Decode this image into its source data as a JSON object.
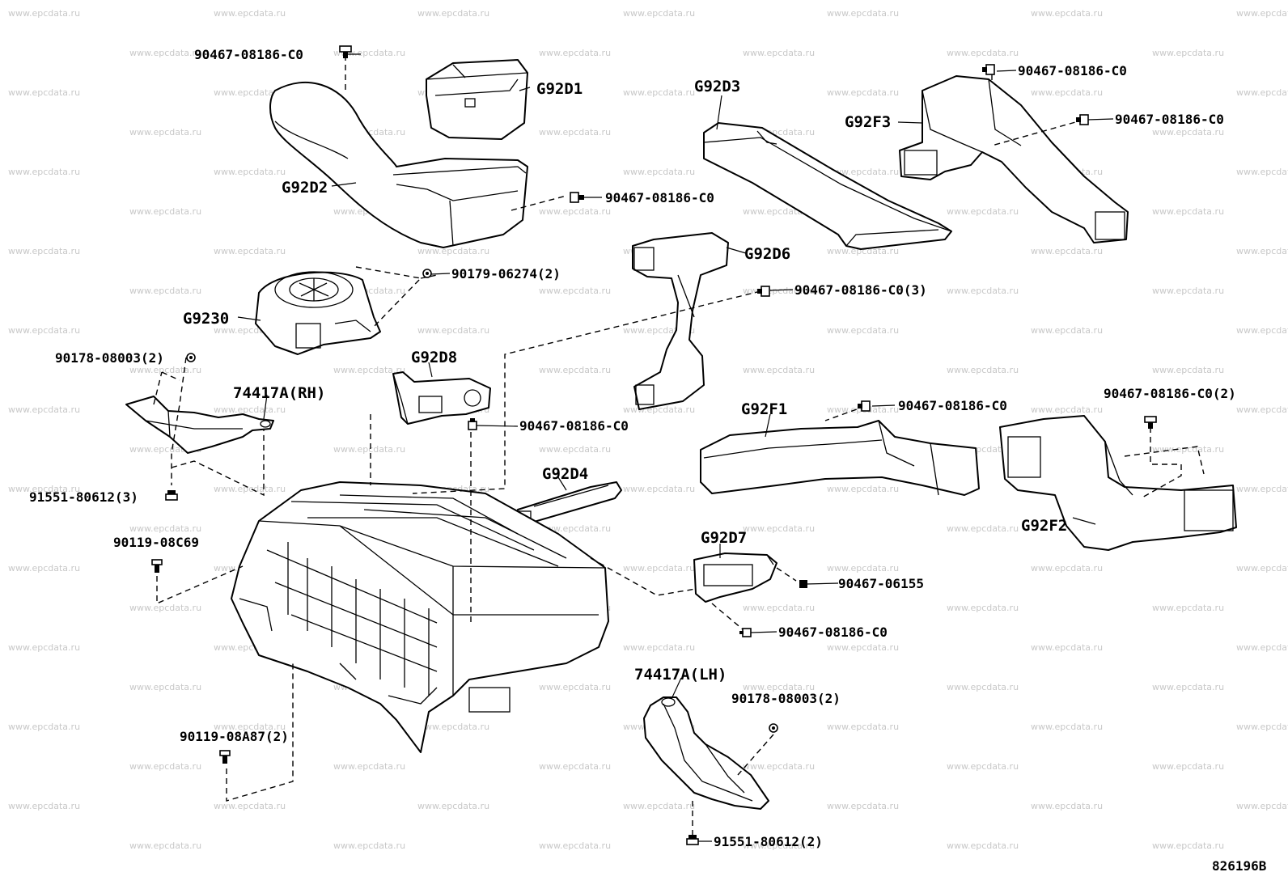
{
  "watermark": "www.epcdata.ru",
  "diagram_code": "826196B",
  "parts": {
    "g92d1": "G92D1",
    "g92d2": "G92D2",
    "g92d3": "G92D3",
    "g92f3": "G92F3",
    "g92d6": "G92D6",
    "g9230": "G9230",
    "g92d8": "G92D8",
    "g92f1": "G92F1",
    "g92d4": "G92D4",
    "g92f2": "G92F2",
    "g92d7": "G92D7",
    "bracket_rh": "74417A(RH)",
    "bracket_lh": "74417A(LH)"
  },
  "fasteners": {
    "f_top_left": "90467-08186-C0",
    "f_g92d2": "90467-08186-C0",
    "f_g92f3_top": "90467-08186-C0",
    "f_g92f3_mid": "90467-08186-C0",
    "f_g9230": "90179-06274(2)",
    "f_g92d6": "90467-08186-C0(3)",
    "f_rh_top": "90178-08003(2)",
    "f_g92d8": "90467-08186-C0",
    "f_g92f1": "90467-08186-C0",
    "f_g92f2": "90467-08186-C0(2)",
    "f_rh_bottom": "91551-80612(3)",
    "f_battery_left": "90119-08C69",
    "f_g92d7_a": "90467-06155",
    "f_g92d7_b": "90467-08186-C0",
    "f_lh_top": "90178-08003(2)",
    "f_battery_bottom": "90119-08A87(2)",
    "f_lh_bottom": "91551-80612(2)"
  }
}
